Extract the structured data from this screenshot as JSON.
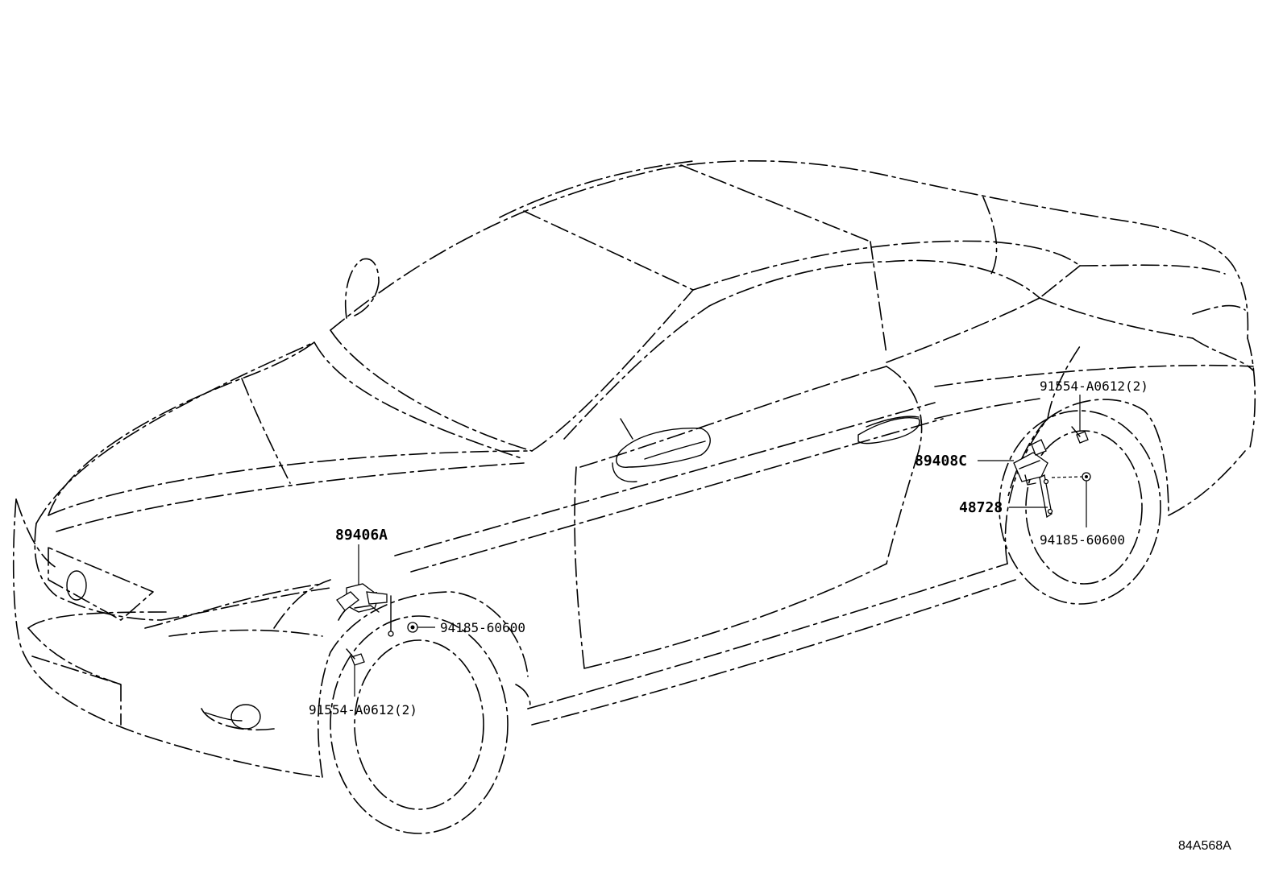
{
  "diagram": {
    "figure_code": "84A568A",
    "callouts": [
      {
        "id": "height-sensor-front",
        "label": "89406A"
      },
      {
        "id": "nut-front",
        "label": "94185-60600"
      },
      {
        "id": "bolt-front",
        "label": "91554-A0612(2)"
      },
      {
        "id": "bolt-rear",
        "label": "91554-A0612(2)"
      },
      {
        "id": "height-sensor-rear",
        "label": "89408C"
      },
      {
        "id": "link-rear",
        "label": "48728"
      },
      {
        "id": "nut-rear",
        "label": "94185-60600"
      }
    ]
  }
}
